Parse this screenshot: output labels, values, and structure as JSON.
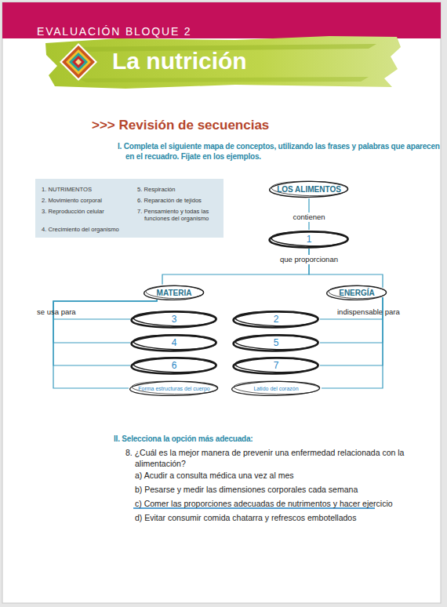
{
  "diagram": {
    "title": "La nutrición",
    "nodes": [
      {
        "text": [
          "1. NUTRIMENTOS",
          "2. Movimiento corporal",
          "3. Reproducción celular",
          "4. Crecimiento del organismo",
          "5. Respiración",
          "6. Reparación de tejidos",
          "7. Pensamiento y todas las funciones del organismo"
        ]
      },
      {
        "text": [
          "LOS ALIMENTOS"
        ]
      },
      {
        "text": [
          "1"
        ]
      },
      {
        "text": [
          "MATERIA"
        ]
      },
      {
        "text": [
          "ENERGÍA"
        ]
      },
      {
        "text": [
          "3"
        ]
      },
      {
        "text": [
          "2"
        ]
      },
      {
        "text": [
          "4"
        ]
      },
      {
        "text": [
          "5"
        ]
      },
      {
        "text": [
          "6"
        ]
      },
      {
        "text": [
          "7"
        ]
      },
      {
        "text": [
          "Forma estructuras del cuerpo"
        ]
      },
      {
        "text": [
          "Latido del corazón"
        ]
      }
    ],
    "edges": [
      {
        "from": 1,
        "to": 2,
        "label": "contienen",
        "arrow": "none"
      },
      {
        "from": 2,
        "to": 3,
        "label": "que proporcionan",
        "arrow": "none"
      },
      {
        "from": 2,
        "to": 4,
        "arrow": "none"
      },
      {
        "from": 3,
        "to": 5,
        "label": "se usa para",
        "arrow": "none"
      },
      {
        "from": 3,
        "to": 7,
        "arrow": "none"
      },
      {
        "from": 3,
        "to": 9,
        "arrow": "none"
      },
      {
        "from": 3,
        "to": 11,
        "arrow": "none"
      },
      {
        "from": 4,
        "to": 6,
        "label": "indispensable para",
        "arrow": "none"
      },
      {
        "from": 4,
        "to": 8,
        "arrow": "none"
      },
      {
        "from": 4,
        "to": 10,
        "arrow": "none"
      },
      {
        "from": 4,
        "to": 12,
        "arrow": "none"
      }
    ],
    "labels": [
      "EVALUACIÓN BLOQUE 2",
      ">>> Revisión de secuencias",
      "I. Completa el siguiente mapa de conceptos, utilizando las frases y palabras que aparecen en el recuadro. Fíjate en los ejemplos.",
      "II. Selecciona la opción más adecuada:",
      "8. ¿Cuál es la mejor manera de prevenir una enfermedad relacionada con la alimentación?",
      "a) Acudir a consulta médica una vez al mes",
      "b) Pesarse y medir las dimensiones corporales cada semana",
      "c) Comer las proporciones adecuadas de nutrimentos y hacer ejercicio",
      "d) Evitar consumir comida chatarra y refrescos embotellados"
    ]
  }
}
